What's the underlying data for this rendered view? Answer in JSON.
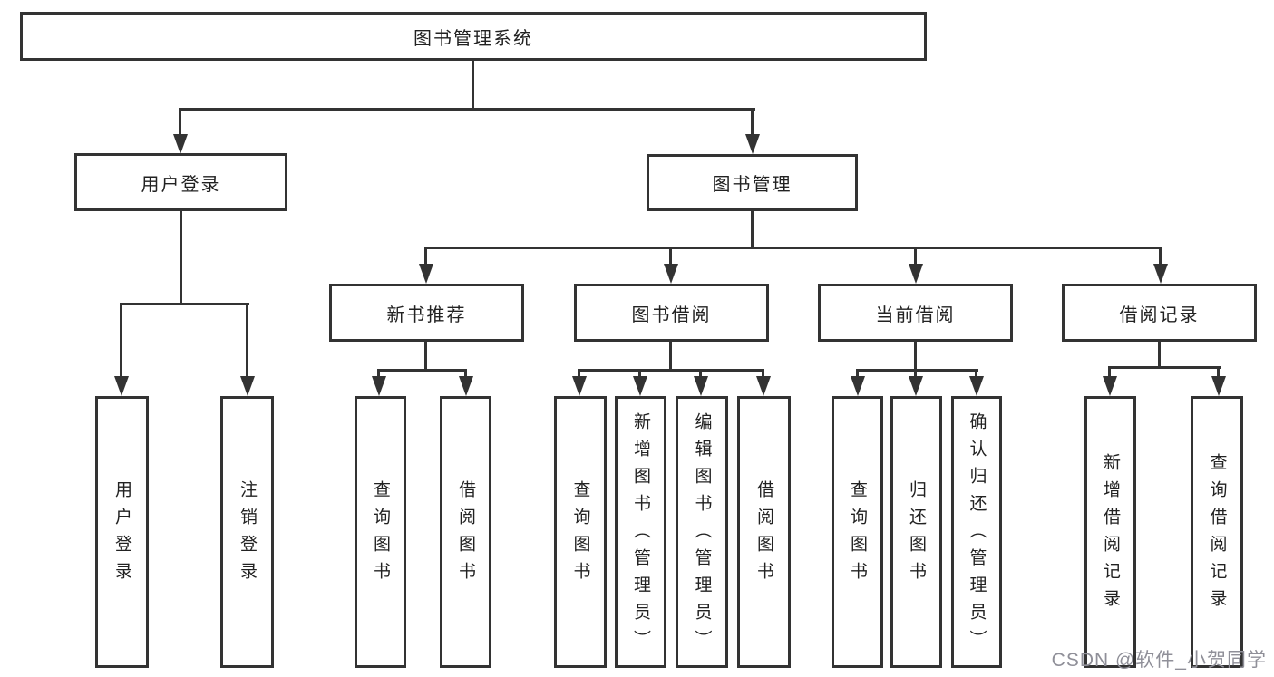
{
  "diagram": {
    "type": "hierarchy-tree",
    "direction": "top-down",
    "colors": {
      "line": "#333333",
      "box_border": "#333333",
      "box_fill": "#ffffff",
      "text": "#222222",
      "background": "#ffffff",
      "watermark": "#8f8f98"
    }
  },
  "tree": {
    "label": "图书管理系统",
    "children": [
      {
        "label": "用户登录",
        "children": [
          {
            "label": "用户登录"
          },
          {
            "label": "注销登录"
          }
        ]
      },
      {
        "label": "图书管理",
        "children": [
          {
            "label": "新书推荐",
            "children": [
              {
                "label": "查询图书"
              },
              {
                "label": "借阅图书"
              }
            ]
          },
          {
            "label": "图书借阅",
            "children": [
              {
                "label": "查询图书"
              },
              {
                "label": "新增图书（管理员）"
              },
              {
                "label": "编辑图书（管理员）"
              },
              {
                "label": "借阅图书"
              }
            ]
          },
          {
            "label": "当前借阅",
            "children": [
              {
                "label": "查询图书"
              },
              {
                "label": "归还图书"
              },
              {
                "label": "确认归还（管理员）"
              }
            ]
          },
          {
            "label": "借阅记录",
            "children": [
              {
                "label": "新增借阅记录"
              },
              {
                "label": "查询借阅记录"
              }
            ]
          }
        ]
      }
    ]
  },
  "watermark": {
    "text": "CSDN @软件_小贺同学"
  }
}
